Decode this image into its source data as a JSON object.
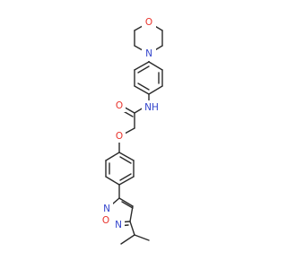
{
  "molecule": {
    "atoms": {
      "morpholine_o": {
        "symbol": "O",
        "color": "#e8322b"
      },
      "morpholine_n": {
        "symbol": "N",
        "color": "#3344cc"
      },
      "amide_nh": {
        "symbol": "NH",
        "color": "#3344cc"
      },
      "carbonyl_o": {
        "symbol": "O",
        "color": "#e8322b"
      },
      "ether_o": {
        "symbol": "O",
        "color": "#e8322b"
      },
      "oxadiazole_n_ring": {
        "symbol": "N",
        "color": "#3344cc"
      },
      "oxadiazole_o": {
        "symbol": "O",
        "color": "#e8322b"
      },
      "oxadiazole_n_bottom": {
        "symbol": "N",
        "color": "#3344cc"
      }
    },
    "bond_color": "#2b2b2b"
  }
}
